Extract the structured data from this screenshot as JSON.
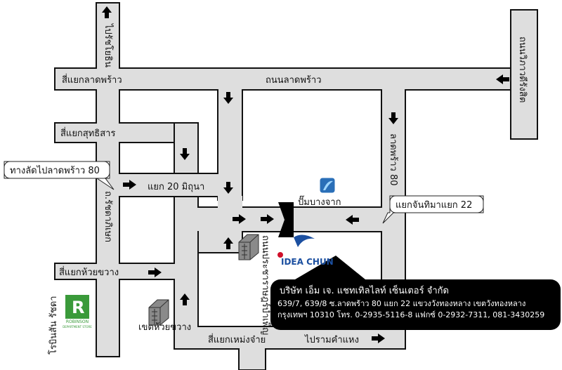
{
  "roads": {
    "lat_phrao_intersection": "สี่แยกลาดพร้าว",
    "lat_phrao_road": "ถนนลาดพร้าว",
    "sutthisan_intersection": "สี่แยกสุทธิสาร",
    "huai_khwang_intersection": "สี่แยกห้วยขวาง",
    "meng_jai_intersection": "สี่แยกเหม่งจ๋าย",
    "ratchada_road": "ถ.รัชดาภิเษก",
    "pracharat_bamphen": "ถนนประชาราษฎร์บำเพ็ญ",
    "to_bang_na": "ไปรัชโยธิน",
    "vibhavadi": "ถนนวิภาวดีรังสิต",
    "lat_phrao_80": "ลาดพร้าว 80",
    "to_ramkhamhaeng": "ไปรามคำแหง",
    "yaek_20_mithuna": "แยก 20 มิถุนา",
    "chan_thima_junction": "แยกจันทิมาแยก 22"
  },
  "callouts": {
    "shortcut": "ทางลัดไปลาดพร้าว 80"
  },
  "landmarks": {
    "gas_station": "ปั๊มบางจาก",
    "district_office": "เขตห้วยขวาง",
    "robinson_label": "โรบินสัน รัชดา",
    "robinson_brand": "ROBINSON",
    "robinson_sub": "DEPARTMENT STORE",
    "idea_chun_brand": "IDEA CHUN"
  },
  "company": {
    "name": "บริษัท เอ็ม เจ. แชทเทิลไลท์ เซ็นเตอร์ จำกัด",
    "address": "639/7, 639/8 ซ.ลาดพร้าว 80 แยก 22 แขวงวังทองหลาง เขตวังทองหลาง",
    "contact": "กรุงเทพฯ 10310  โทร. 0-2935-5116-8 แฟกซ์ 0-2932-7311, 081-3430259"
  },
  "colors": {
    "road_fill": "#dedede",
    "road_outline": "#111111",
    "info_box": "#000000",
    "idea_chun_red": "#d0102a",
    "idea_chun_blue": "#1b4fa0",
    "robinson_green": "#3a9a3a",
    "bangchak_blue": "#2a6fb8"
  },
  "icons": [
    "arrow-icon",
    "gas-station-icon",
    "building-icon",
    "robinson-logo",
    "idea-chun-logo"
  ]
}
